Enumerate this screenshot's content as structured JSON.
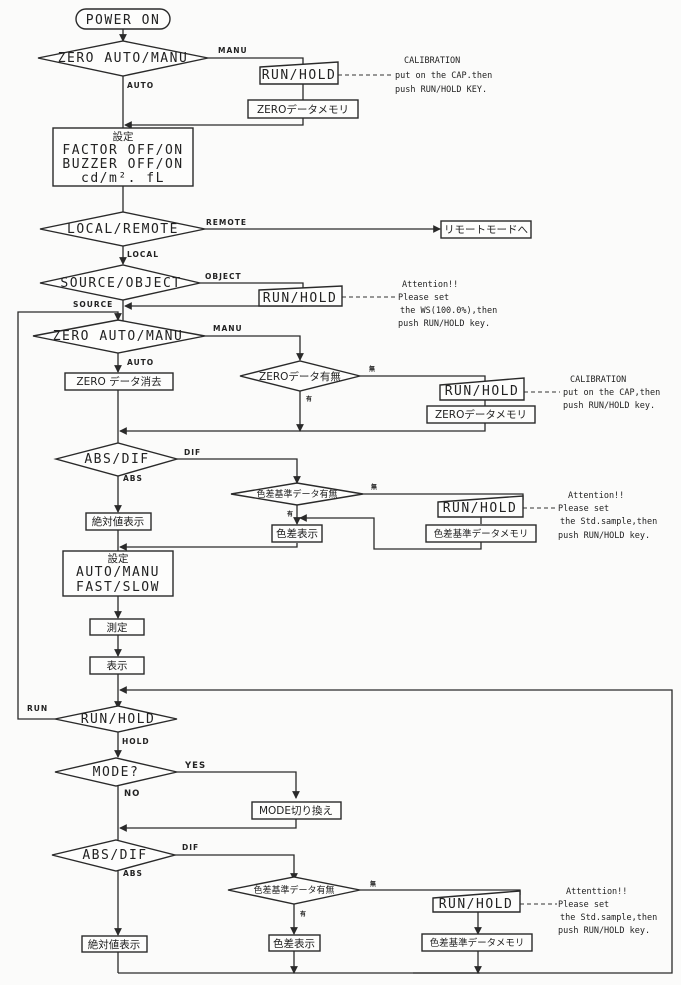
{
  "nodes": {
    "power_on": "POWER ON",
    "zero_auto_manu_1": "ZERO AUTO/MANU",
    "run_hold_cal_1": "RUN/HOLD",
    "zero_memory_1": "ZEROデータメモリ",
    "settings_1": [
      "設定",
      "FACTOR OFF/ON",
      "BUZZER OFF/ON",
      "cd/m². fL"
    ],
    "local_remote": "LOCAL/REMOTE",
    "remote_mode": "リモートモードへ",
    "source_object": "SOURCE/OBJECT",
    "run_hold_ws": "RUN/HOLD",
    "zero_auto_manu_2": "ZERO AUTO/MANU",
    "zero_clear": "ZERO データ消去",
    "zero_data_exists": "ZEROデータ有無",
    "run_hold_cal_2": "RUN/HOLD",
    "zero_memory_2": "ZEROデータメモリ",
    "abs_dif_1": "ABS/DIF",
    "abs_display_1": "絶対値表示",
    "std_data_exists_1": "色差基準データ有無",
    "diff_display_1": "色差表示",
    "run_hold_std_1": "RUN/HOLD",
    "std_memory_1": "色差基準データメモリ",
    "settings_2": [
      "設定",
      "AUTO/MANU",
      "FAST/SLOW"
    ],
    "measure": "測定",
    "display": "表示",
    "run_hold_main": "RUN/HOLD",
    "mode_q": "MODE?",
    "mode_switch": "MODE切り換え",
    "abs_dif_2": "ABS/DIF",
    "abs_display_2": "絶対値表示",
    "std_data_exists_2": "色差基準データ有無",
    "diff_display_2": "色差表示",
    "run_hold_std_2": "RUN/HOLD",
    "std_memory_2": "色差基準データメモリ"
  },
  "edge_labels": {
    "manu_1": "MANU",
    "auto_1": "AUTO",
    "remote": "REMOTE",
    "local": "LOCAL",
    "object": "OBJECT",
    "source": "SOURCE",
    "manu_2": "MANU",
    "auto_2": "AUTO",
    "no_1": "無",
    "yes_1": "有",
    "dif_1": "DIF",
    "abs_1": "ABS",
    "no_2": "無",
    "yes_2": "有",
    "run": "RUN",
    "hold": "HOLD",
    "yes_mode": "YES",
    "no_mode": "NO",
    "dif_2": "DIF",
    "abs_2": "ABS",
    "no_3": "無",
    "yes_3": "有"
  },
  "notes": {
    "calibration_1": [
      "CALIBRATION",
      "put on the CAP.then",
      "push RUN/HOLD KEY."
    ],
    "attention_ws": [
      "Attention!!",
      "Please set",
      "the WS(100.0%),then",
      "push RUN/HOLD key."
    ],
    "calibration_2": [
      "CALIBRATION",
      "put on the CAP,then",
      "push RUN/HOLD key."
    ],
    "attention_std_1": [
      "Attention!!",
      "Please set",
      "the Std.sample,then",
      "push RUN/HOLD key."
    ],
    "attention_std_2": [
      "Attenttion!!",
      "Please set",
      "the Std.sample,then",
      "push RUN/HOLD key."
    ]
  }
}
